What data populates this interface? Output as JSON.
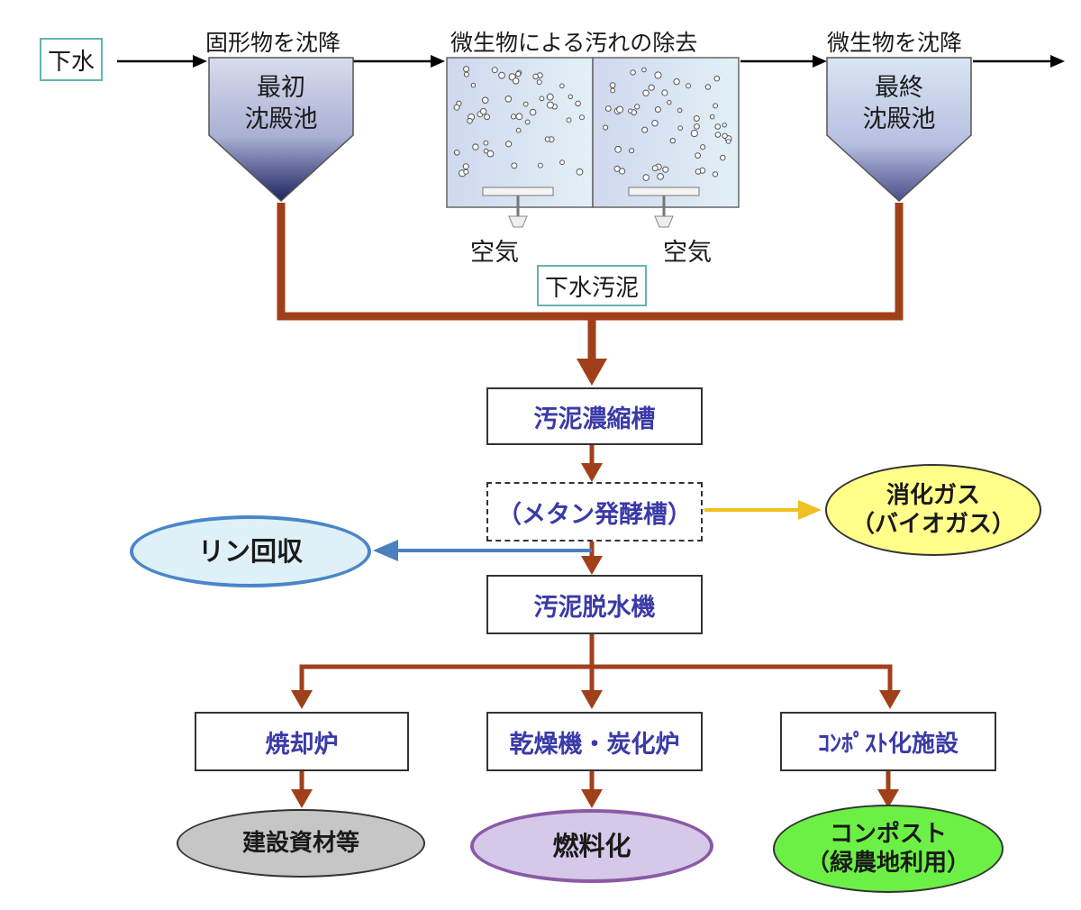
{
  "flow_top": {
    "inlet": "下水",
    "stage1_caption": "固形物を沈降",
    "stage2_caption": "微生物による汚れの除去",
    "stage3_caption": "微生物を沈降",
    "primary_tank": [
      "最初",
      "沈殿池"
    ],
    "final_tank": [
      "最終",
      "沈殿池"
    ],
    "air_left": "空気",
    "air_right": "空気",
    "sludge_tag": "下水汚泥"
  },
  "processes": {
    "thickener": "汚泥濃縮槽",
    "digester": "（メタン発酵槽）",
    "dewatering": "汚泥脱水機",
    "incinerator": "焼却炉",
    "dryer": "乾燥機・炭化炉",
    "compost_facility": "ｺﾝﾎﾟｽﾄ化施設"
  },
  "outputs": {
    "digestion_gas": [
      "消化ガス",
      "（バイオガス）"
    ],
    "phosphorus": "リン回収",
    "construction": "建設資材等",
    "fuel": "燃料化",
    "compost": [
      "コンポスト",
      "（緑農地利用）"
    ]
  },
  "colors": {
    "sludge_line": "#a0401a",
    "water_line": "#000000",
    "gas_arrow": "#f0c020",
    "phos_arrow": "#4a7fc0",
    "process_text": "#3a3aa8"
  }
}
